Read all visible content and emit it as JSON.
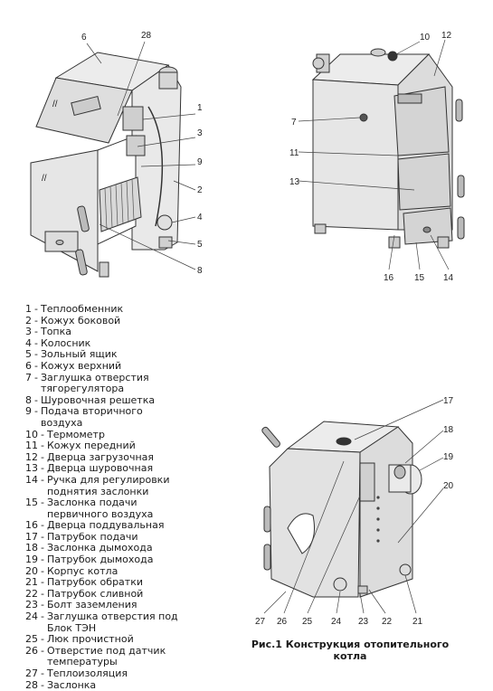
{
  "callouts": {
    "fig1": [
      "6",
      "28",
      "1",
      "3",
      "9",
      "2",
      "4",
      "5",
      "8"
    ],
    "fig2": [
      "10",
      "12",
      "7",
      "11",
      "13",
      "16",
      "15",
      "14"
    ],
    "fig3": [
      "17",
      "18",
      "19",
      "20",
      "27",
      "26",
      "25",
      "24",
      "23",
      "22",
      "21"
    ]
  },
  "legend": [
    {
      "num": "1",
      "text": "Теплообменник"
    },
    {
      "num": "2",
      "text": "Кожух боковой"
    },
    {
      "num": "3",
      "text": "Топка"
    },
    {
      "num": "4",
      "text": "Колосник"
    },
    {
      "num": "5",
      "text": "Зольный ящик"
    },
    {
      "num": "6",
      "text": "Кожух верхний"
    },
    {
      "num": "7",
      "text": "Заглушка отверстия тягорегулятора"
    },
    {
      "num": "8",
      "text": "Шуровочная решетка"
    },
    {
      "num": "9",
      "text": "Подача вторичного воздуха"
    },
    {
      "num": "10",
      "text": "Термометр"
    },
    {
      "num": "11",
      "text": "Кожух передний"
    },
    {
      "num": "12",
      "text": "Дверца загрузочная"
    },
    {
      "num": "13",
      "text": "Дверца шуровочная"
    },
    {
      "num": "14",
      "text": "Ручка для регулировки поднятия заслонки"
    },
    {
      "num": "15",
      "text": "Заслонка подачи первичного воздуха"
    },
    {
      "num": "16",
      "text": "Дверца поддувальная"
    },
    {
      "num": "17",
      "text": "Патрубок подачи"
    },
    {
      "num": "18",
      "text": "Заслонка дымохода"
    },
    {
      "num": "19",
      "text": "Патрубок дымохода"
    },
    {
      "num": "20",
      "text": "Корпус котла"
    },
    {
      "num": "21",
      "text": "Патрубок обратки"
    },
    {
      "num": "22",
      "text": "Патрубок сливной"
    },
    {
      "num": "23",
      "text": "Болт заземления"
    },
    {
      "num": "24",
      "text": "Заглушка отверстия под Блок ТЭН"
    },
    {
      "num": "25",
      "text": "Люк прочистной"
    },
    {
      "num": "26",
      "text": "Отверстие под датчик температуры"
    },
    {
      "num": "27",
      "text": "Теплоизоляция"
    },
    {
      "num": "28",
      "text": "Заслонка"
    }
  ],
  "caption": "Рис.1 Конструкция отопительного котла"
}
